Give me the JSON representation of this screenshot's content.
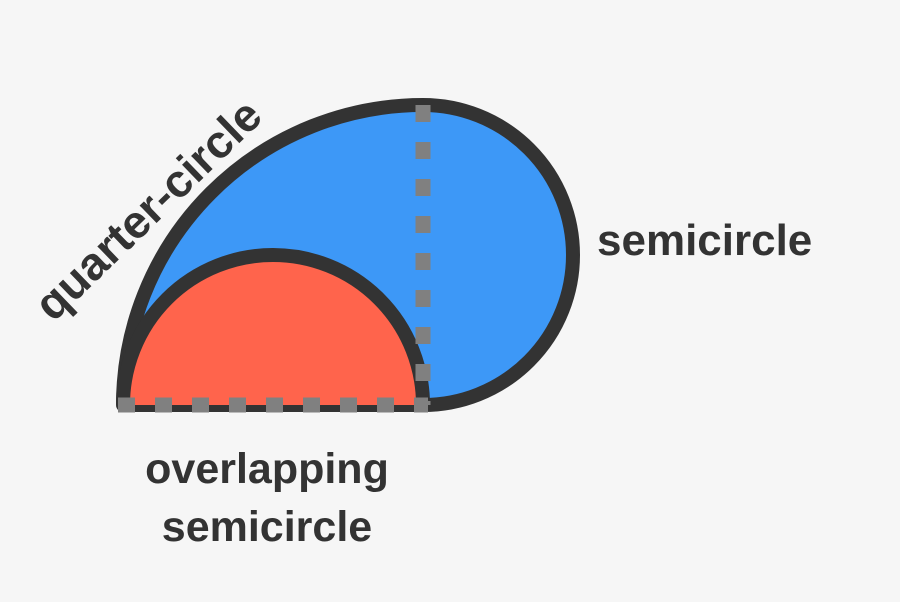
{
  "labels": {
    "quarter_circle": "quarter-circle",
    "semicircle": "semicircle",
    "overlapping_semicircle_line1": "overlapping",
    "overlapping_semicircle_line2": "semicircle"
  },
  "colors": {
    "background": "#f6f6f6",
    "blue_region": "#3d98f7",
    "red_region": "#ff644c",
    "outline": "#333333",
    "dashed_line": "#808080",
    "text": "#333333"
  }
}
